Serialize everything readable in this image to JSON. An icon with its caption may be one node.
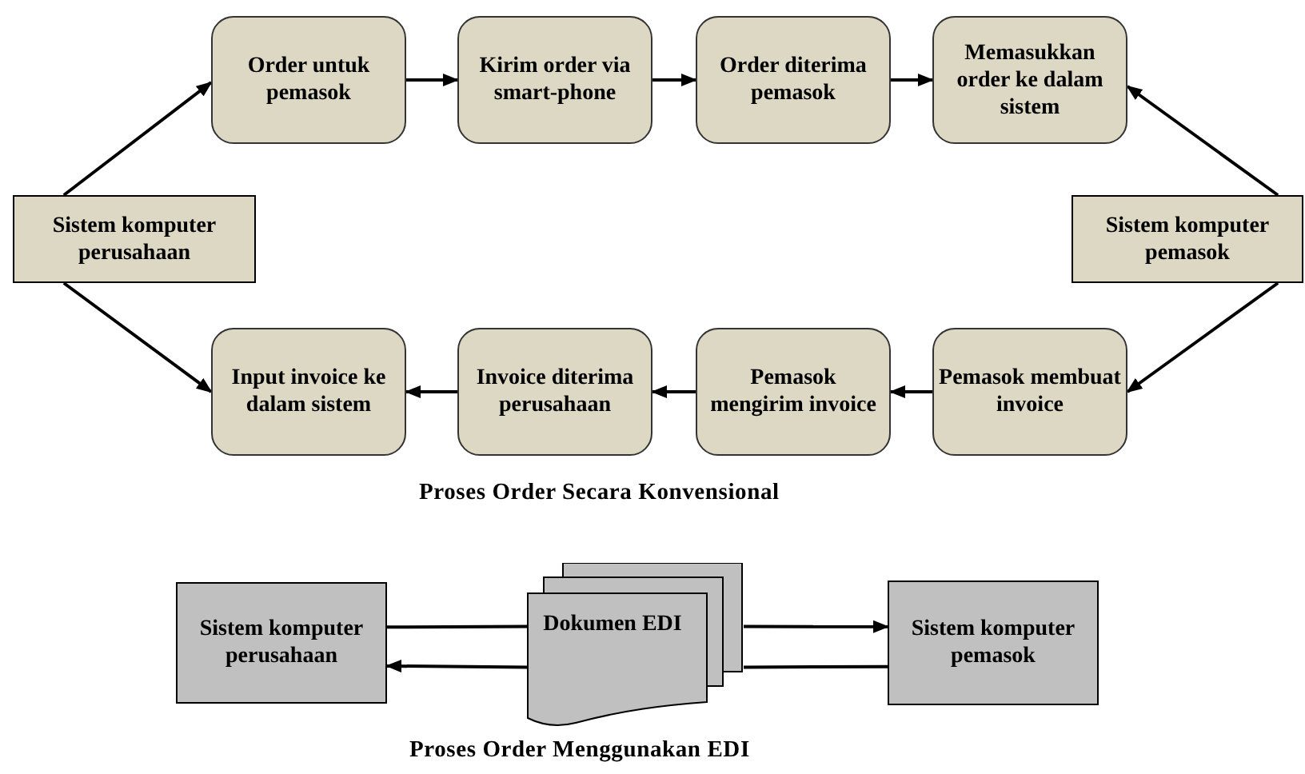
{
  "diagram": {
    "nodes": [
      {
        "text": [
          "Sistem komputer perusahaan"
        ]
      },
      {
        "text": [
          "Order untuk pemasok"
        ]
      },
      {
        "text": [
          "Kirim order via smart-phone"
        ]
      },
      {
        "text": [
          "Order diterima pemasok"
        ]
      },
      {
        "text": [
          "Memasukkan order ke dalam sistem"
        ]
      },
      {
        "text": [
          "Sistem komputer pemasok"
        ]
      },
      {
        "text": [
          "Input invoice ke dalam sistem"
        ]
      },
      {
        "text": [
          "Invoice diterima perusahaan"
        ]
      },
      {
        "text": [
          "Pemasok mengirim invoice"
        ]
      },
      {
        "text": [
          "Pemasok membuat invoice"
        ]
      },
      {
        "text": [
          "Sistem komputer perusahaan"
        ]
      },
      {
        "text": [
          "Dokumen EDI"
        ]
      },
      {
        "text": [
          "Sistem komputer pemasok"
        ]
      }
    ],
    "edges": [
      {
        "from": 0,
        "to": 1,
        "arrow": "to"
      },
      {
        "from": 1,
        "to": 2,
        "arrow": "to"
      },
      {
        "from": 2,
        "to": 3,
        "arrow": "to"
      },
      {
        "from": 3,
        "to": 4,
        "arrow": "to"
      },
      {
        "from": 5,
        "to": 4,
        "arrow": "to"
      },
      {
        "from": 5,
        "to": 9,
        "arrow": "to"
      },
      {
        "from": 9,
        "to": 8,
        "arrow": "to"
      },
      {
        "from": 8,
        "to": 7,
        "arrow": "to"
      },
      {
        "from": 7,
        "to": 6,
        "arrow": "to"
      },
      {
        "from": 0,
        "to": 6,
        "arrow": "to"
      },
      {
        "from": 10,
        "to": 11,
        "arrow": "none"
      },
      {
        "from": 11,
        "to": 12,
        "arrow": "to"
      },
      {
        "from": 12,
        "to": 11,
        "arrow": "none"
      },
      {
        "from": 11,
        "to": 10,
        "arrow": "to"
      }
    ],
    "labels": [
      "Proses Order Secara Konvensional",
      "Proses Order Menggunakan EDI"
    ]
  }
}
